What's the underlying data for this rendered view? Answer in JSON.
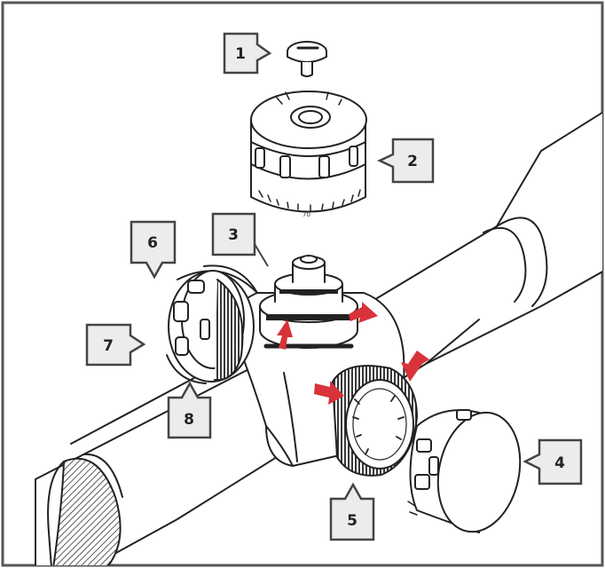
{
  "callouts": [
    {
      "id": "1",
      "text": "1"
    },
    {
      "id": "2",
      "text": "2"
    },
    {
      "id": "3",
      "text": "3"
    },
    {
      "id": "4",
      "text": "4"
    },
    {
      "id": "5",
      "text": "5"
    },
    {
      "id": "6",
      "text": "6"
    },
    {
      "id": "7",
      "text": "7"
    },
    {
      "id": "8",
      "text": "8"
    }
  ],
  "turret_scale_label": "70",
  "colors": {
    "line": "#222222",
    "arrow": "#d8323a",
    "callout_fill": "#ececec",
    "callout_border": "#444444",
    "frame": "#555555"
  }
}
